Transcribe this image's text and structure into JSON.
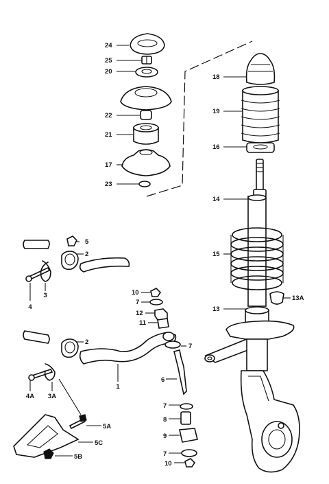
{
  "callouts": {
    "p24": "24",
    "p25": "25",
    "p20": "20",
    "p18": "18",
    "p19": "19",
    "p22": "22",
    "p21": "21",
    "p16": "16",
    "p17": "17",
    "p23": "23",
    "p14": "14",
    "p5": "5",
    "p2a": "2",
    "p2b": "2",
    "p15": "15",
    "p4": "4",
    "p3": "3",
    "p10a": "10",
    "p7a": "7",
    "p13A": "13A",
    "p13": "13",
    "p12": "12",
    "p11": "11",
    "p7b": "7",
    "p1": "1",
    "p6": "6",
    "p4A": "4A",
    "p3A": "3A",
    "p7c": "7",
    "p8": "8",
    "p5A": "5A",
    "p9": "9",
    "p5C": "5C",
    "p7d": "7",
    "p5B": "5B",
    "p10b": "10"
  }
}
